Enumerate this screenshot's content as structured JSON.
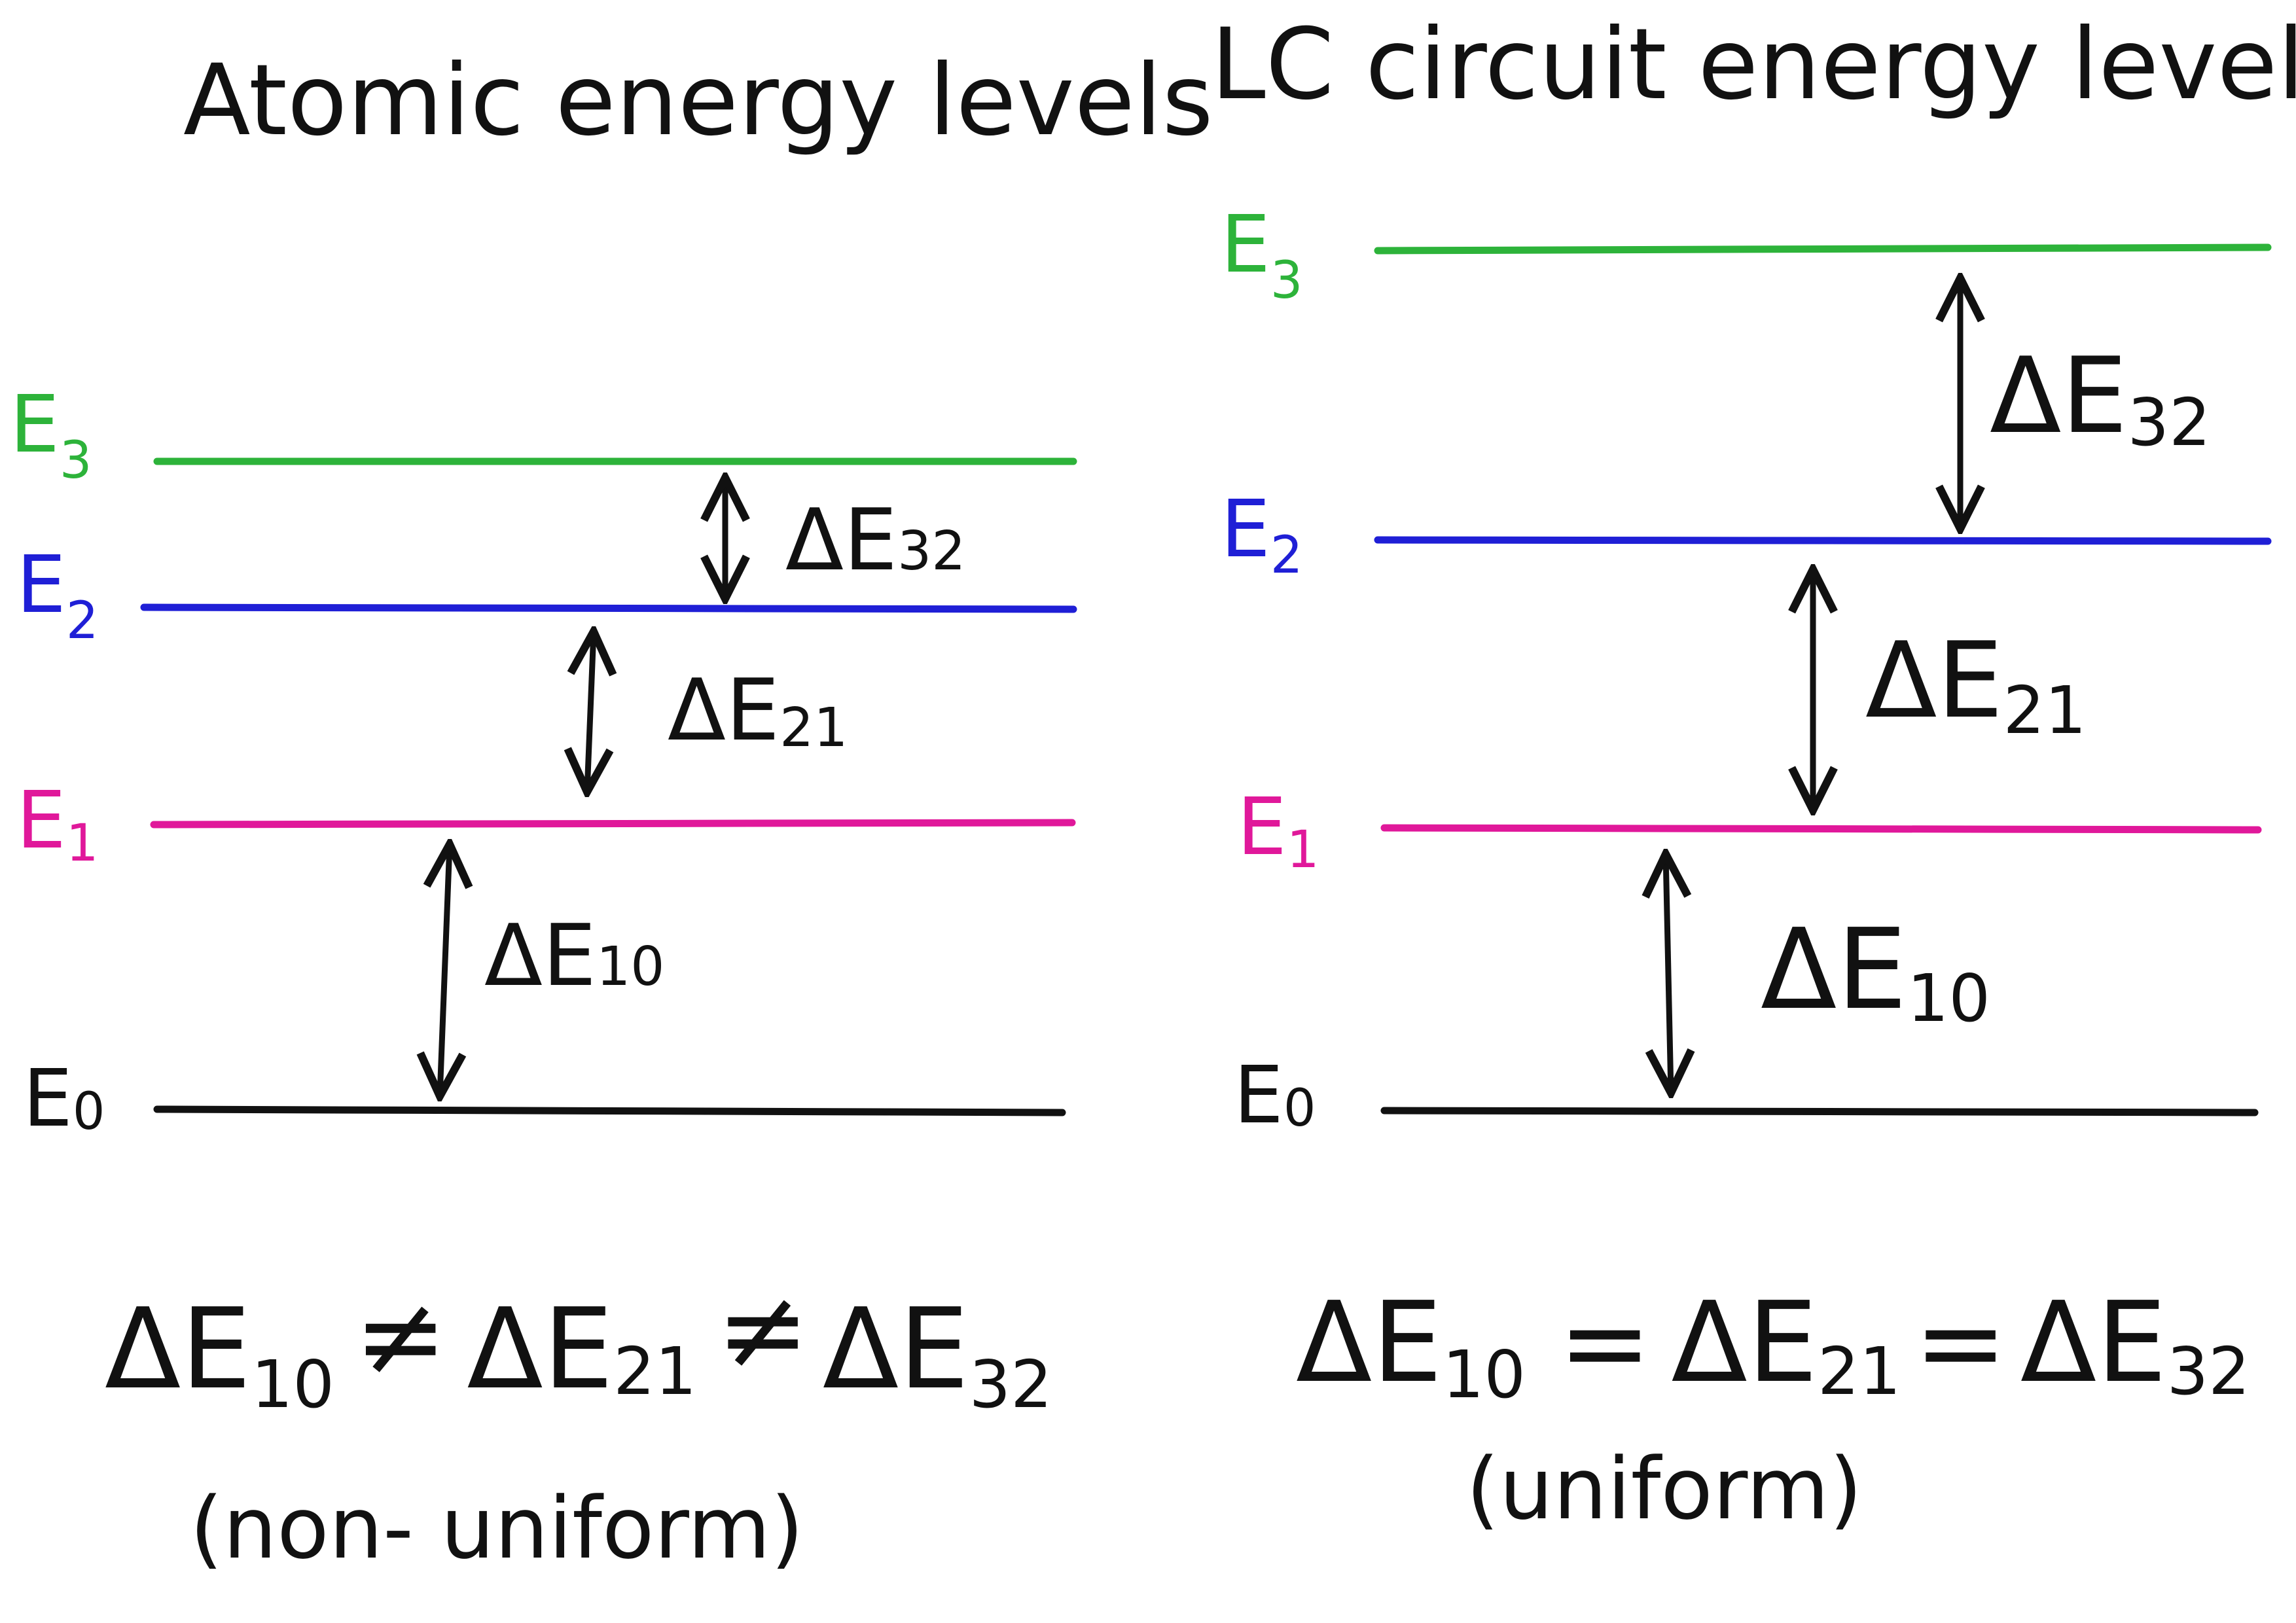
{
  "colors": {
    "E3": "#2db33a",
    "E2": "#1f1fd6",
    "E1": "#e0189a",
    "E0": "#111111",
    "ink": "#111111"
  },
  "left": {
    "title": "Atomic energy levels",
    "levels": [
      {
        "key": "E3",
        "label": "E",
        "sub": "3"
      },
      {
        "key": "E2",
        "label": "E",
        "sub": "2"
      },
      {
        "key": "E1",
        "label": "E",
        "sub": "1"
      },
      {
        "key": "E0",
        "label": "E",
        "sub": "0"
      }
    ],
    "gaps": [
      {
        "label": "ΔE",
        "sub": "32"
      },
      {
        "label": "ΔE",
        "sub": "21"
      },
      {
        "label": "ΔE",
        "sub": "10"
      }
    ],
    "relation": {
      "t1": "ΔE",
      "s1": "10",
      "op1": "≠",
      "t2": "ΔE",
      "s2": "21",
      "op2": "≠",
      "t3": "ΔE",
      "s3": "32"
    },
    "note": "(non- uniform)"
  },
  "right": {
    "title": "LC circuit energy levels",
    "levels": [
      {
        "key": "E3",
        "label": "E",
        "sub": "3"
      },
      {
        "key": "E2",
        "label": "E",
        "sub": "2"
      },
      {
        "key": "E1",
        "label": "E",
        "sub": "1"
      },
      {
        "key": "E0",
        "label": "E",
        "sub": "0"
      }
    ],
    "gaps": [
      {
        "label": "ΔE",
        "sub": "32"
      },
      {
        "label": "ΔE",
        "sub": "21"
      },
      {
        "label": "ΔE",
        "sub": "10"
      }
    ],
    "relation": {
      "t1": "ΔE",
      "s1": "10",
      "op1": "=",
      "t2": "ΔE",
      "s2": "21",
      "op2": "=",
      "t3": "ΔE",
      "s3": "32"
    },
    "note": "(uniform)"
  }
}
